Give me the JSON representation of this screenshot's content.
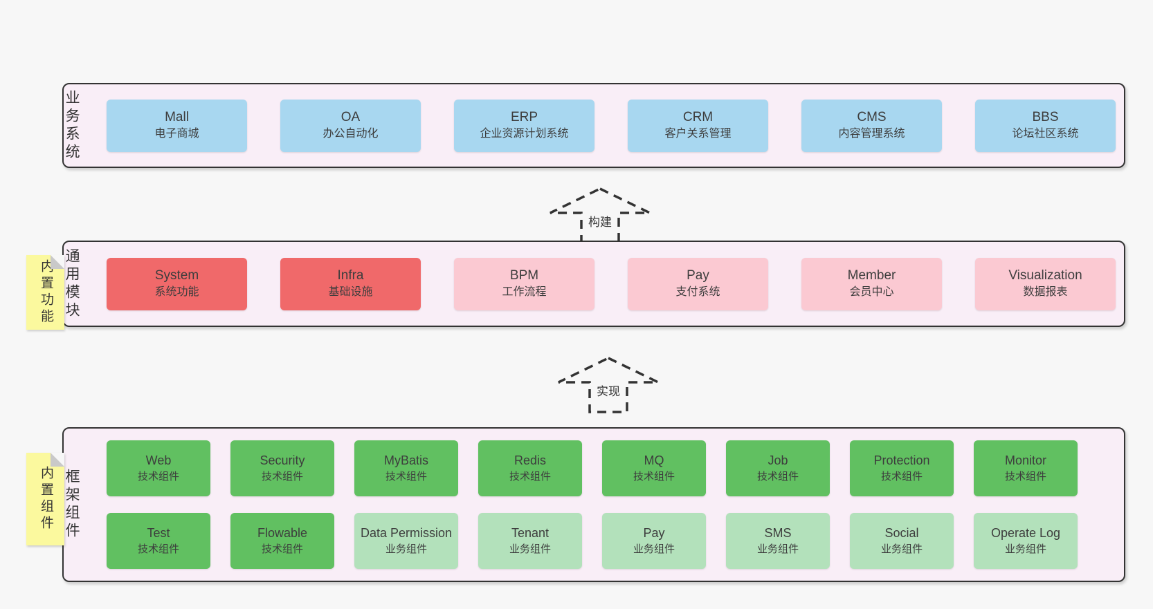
{
  "colors": {
    "page_bg": "#f7f7f7",
    "band_bg": "#f9eef7",
    "band_border": "#333333",
    "blue": "#a8d7f0",
    "red": "#f0696a",
    "pink": "#fbc9d2",
    "green": "#61c061",
    "light_green": "#b3e1bb",
    "note_yellow": "#fbf99e",
    "note_fold": "#c9c9c9",
    "text": "#3d3d3d"
  },
  "arrows": [
    {
      "label": "构建"
    },
    {
      "label": "实现"
    }
  ],
  "bands": [
    {
      "label": "业务系统",
      "boxes": [
        {
          "name": "Mall",
          "subtitle": "电子商城",
          "variant": "blue"
        },
        {
          "name": "OA",
          "subtitle": "办公自动化",
          "variant": "blue"
        },
        {
          "name": "ERP",
          "subtitle": "企业资源计划系统",
          "variant": "blue"
        },
        {
          "name": "CRM",
          "subtitle": "客户关系管理",
          "variant": "blue"
        },
        {
          "name": "CMS",
          "subtitle": "内容管理系统",
          "variant": "blue"
        },
        {
          "name": "BBS",
          "subtitle": "论坛社区系统",
          "variant": "blue"
        }
      ]
    },
    {
      "label": "通用模块",
      "note": "内置功能",
      "boxes": [
        {
          "name": "System",
          "subtitle": "系统功能",
          "variant": "red"
        },
        {
          "name": "Infra",
          "subtitle": "基础设施",
          "variant": "red"
        },
        {
          "name": "BPM",
          "subtitle": "工作流程",
          "variant": "pink"
        },
        {
          "name": "Pay",
          "subtitle": "支付系统",
          "variant": "pink"
        },
        {
          "name": "Member",
          "subtitle": "会员中心",
          "variant": "pink"
        },
        {
          "name": "Visualization",
          "subtitle": "数据报表",
          "variant": "pink"
        }
      ]
    },
    {
      "label": "框架组件",
      "note": "内置组件",
      "boxes": [
        {
          "name": "Web",
          "subtitle": "技术组件",
          "variant": "green"
        },
        {
          "name": "Security",
          "subtitle": "技术组件",
          "variant": "green"
        },
        {
          "name": "MyBatis",
          "subtitle": "技术组件",
          "variant": "green"
        },
        {
          "name": "Redis",
          "subtitle": "技术组件",
          "variant": "green"
        },
        {
          "name": "MQ",
          "subtitle": "技术组件",
          "variant": "green"
        },
        {
          "name": "Job",
          "subtitle": "技术组件",
          "variant": "green"
        },
        {
          "name": "Protection",
          "subtitle": "技术组件",
          "variant": "green"
        },
        {
          "name": "Monitor",
          "subtitle": "技术组件",
          "variant": "green"
        },
        {
          "name": "Test",
          "subtitle": "技术组件",
          "variant": "green"
        },
        {
          "name": "Flowable",
          "subtitle": "技术组件",
          "variant": "green"
        },
        {
          "name": "Data Permission",
          "subtitle": "业务组件",
          "variant": "lightgreen"
        },
        {
          "name": "Tenant",
          "subtitle": "业务组件",
          "variant": "lightgreen"
        },
        {
          "name": "Pay",
          "subtitle": "业务组件",
          "variant": "lightgreen"
        },
        {
          "name": "SMS",
          "subtitle": "业务组件",
          "variant": "lightgreen"
        },
        {
          "name": "Social",
          "subtitle": "业务组件",
          "variant": "lightgreen"
        },
        {
          "name": "Operate Log",
          "subtitle": "业务组件",
          "variant": "lightgreen"
        }
      ]
    }
  ]
}
